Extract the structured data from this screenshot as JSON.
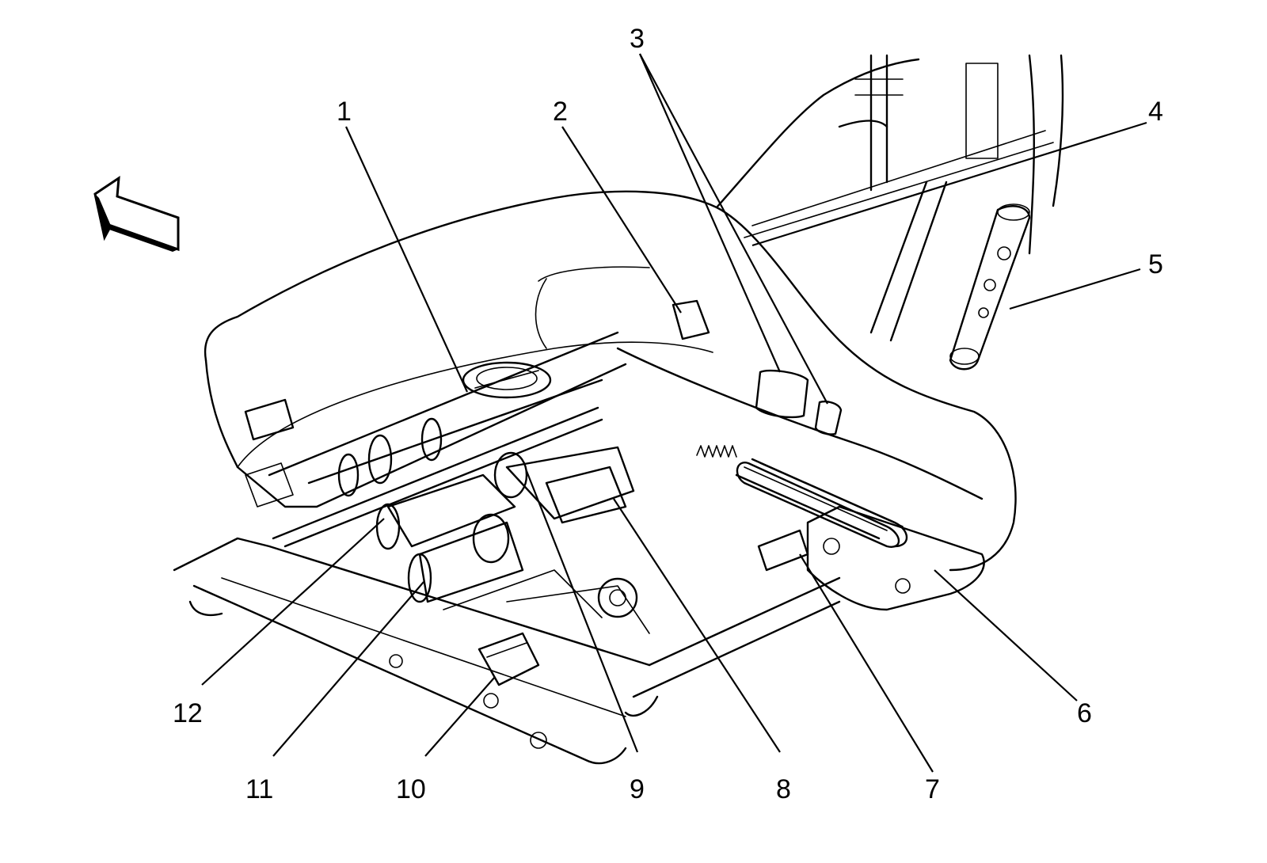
{
  "callouts": [
    {
      "id": "1",
      "label": "1"
    },
    {
      "id": "2",
      "label": "2"
    },
    {
      "id": "3",
      "label": "3"
    },
    {
      "id": "4",
      "label": "4"
    },
    {
      "id": "5",
      "label": "5"
    },
    {
      "id": "6",
      "label": "6"
    },
    {
      "id": "7",
      "label": "7"
    },
    {
      "id": "8",
      "label": "8"
    },
    {
      "id": "9",
      "label": "9"
    },
    {
      "id": "10",
      "label": "10"
    },
    {
      "id": "11",
      "label": "11"
    },
    {
      "id": "12",
      "label": "12"
    }
  ],
  "icons": {
    "direction": "front-direction-arrow-icon"
  }
}
